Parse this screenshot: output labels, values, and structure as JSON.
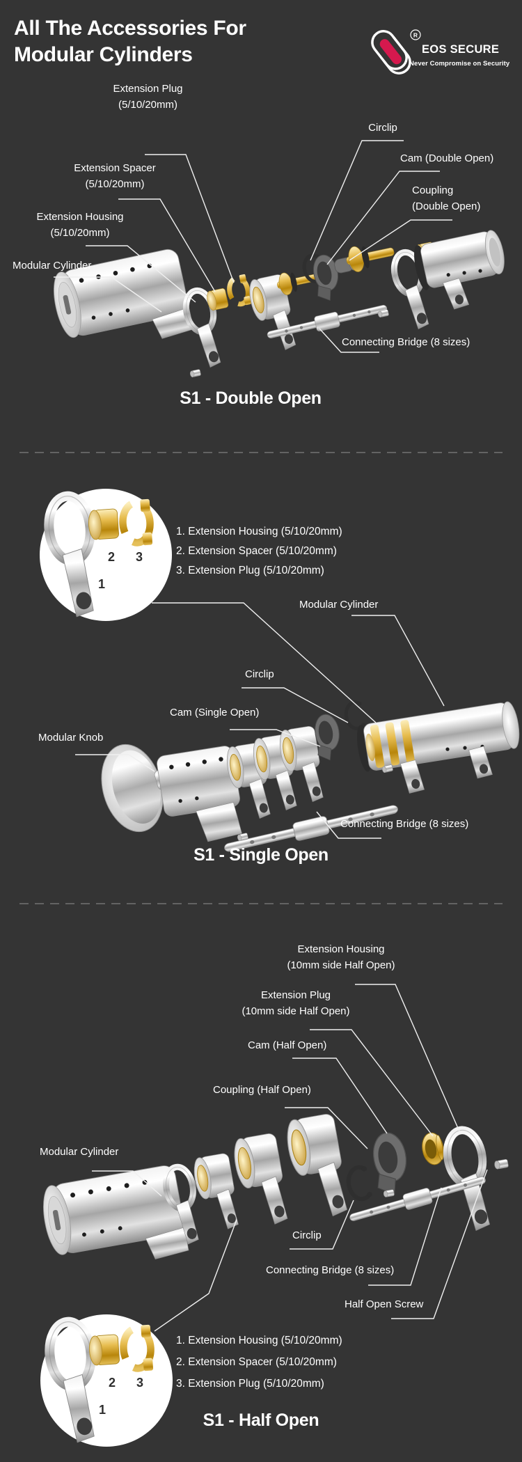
{
  "colors": {
    "background": "#343434",
    "accent_red": "#d5194e",
    "label_text": "#ffffff",
    "separator": "#7f7f7f",
    "brass": "#d9ab3c",
    "steel": "#c9c9c9",
    "dark_part": "#5f5f5f"
  },
  "header": {
    "title_line1": "All The Accessories For",
    "title_line2": "Modular Cylinders",
    "logo": {
      "brand": "EOS SECURE",
      "tagline": "Never Compromise on Security",
      "registered_mark": "R"
    }
  },
  "sections": {
    "double_open": {
      "caption": "S1 - Double Open",
      "labels": {
        "extension_plug_1": "Extension Plug",
        "extension_plug_2": "(5/10/20mm)",
        "extension_spacer_1": "Extension Spacer",
        "extension_spacer_2": "(5/10/20mm)",
        "extension_housing_1": "Extension Housing",
        "extension_housing_2": "(5/10/20mm)",
        "modular_cylinder": "Modular Cylinder",
        "circlip": "Circlip",
        "cam": "Cam (Double Open)",
        "coupling_1": "Coupling",
        "coupling_2": "(Double Open)",
        "connecting_bridge": "Connecting Bridge (8 sizes)"
      }
    },
    "single_open": {
      "caption": "S1 - Single Open",
      "inset": {
        "num1": "1",
        "num2": "2",
        "num3": "3",
        "list": [
          "1. Extension Housing (5/10/20mm)",
          "2. Extension Spacer (5/10/20mm)",
          "3. Extension Plug (5/10/20mm)"
        ]
      },
      "labels": {
        "modular_cylinder": "Modular Cylinder",
        "circlip": "Circlip",
        "cam": "Cam (Single Open)",
        "modular_knob": "Modular Knob",
        "connecting_bridge": "Connecting Bridge (8 sizes)"
      }
    },
    "half_open": {
      "caption": "S1 - Half Open",
      "inset": {
        "num1": "1",
        "num2": "2",
        "num3": "3",
        "list": [
          "1. Extension Housing (5/10/20mm)",
          "2. Extension Spacer (5/10/20mm)",
          "3. Extension Plug (5/10/20mm)"
        ]
      },
      "labels": {
        "extension_housing_1": "Extension Housing",
        "extension_housing_2": "(10mm side Half Open)",
        "extension_plug_1": "Extension Plug",
        "extension_plug_2": "(10mm side Half Open)",
        "cam": "Cam (Half Open)",
        "coupling": "Coupling (Half Open)",
        "modular_cylinder": "Modular Cylinder",
        "circlip": "Circlip",
        "connecting_bridge": "Connecting Bridge (8 sizes)",
        "half_open_screw": "Half Open Screw"
      }
    }
  }
}
